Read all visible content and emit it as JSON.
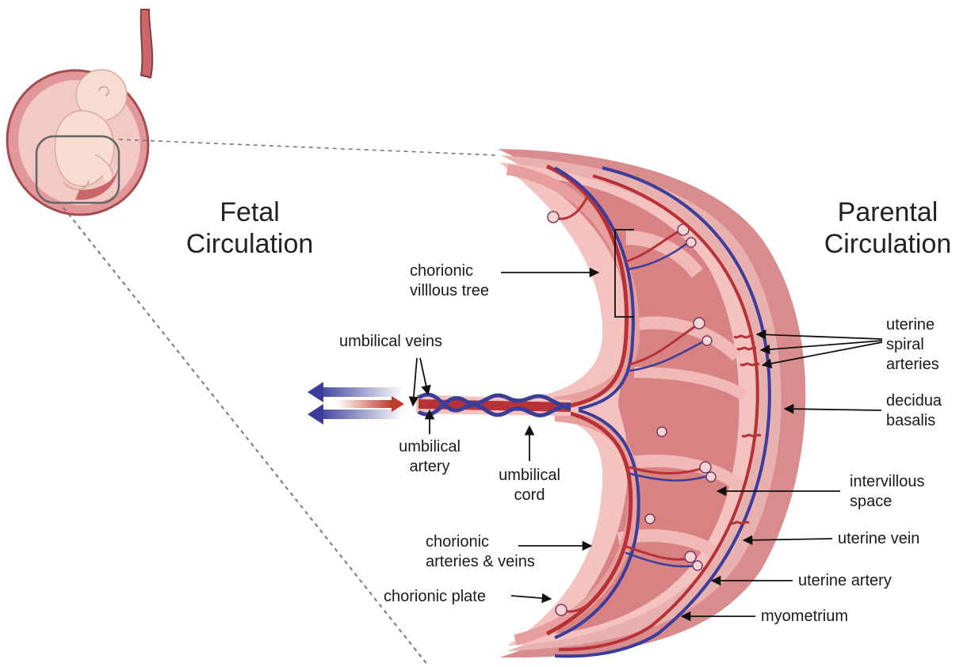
{
  "headings": {
    "fetal": [
      "Fetal",
      "Circulation"
    ],
    "parental": [
      "Parental",
      "Circulation"
    ]
  },
  "labels": {
    "chorionic_villous_tree": [
      "chorionic",
      "villlous tree"
    ],
    "umbilical_veins": "umbilical veins",
    "umbilical_artery": [
      "umbilical",
      "artery"
    ],
    "umbilical_cord": [
      "umbilical",
      "cord"
    ],
    "chorionic_arteries_veins": [
      "chorionic",
      "arteries & veins"
    ],
    "chorionic_plate": "chorionic plate",
    "uterine_spiral_arteries": [
      "uterine",
      "spiral",
      "arteries"
    ],
    "decidua_basalis": [
      "decidua",
      "basalis"
    ],
    "intervillous_space": [
      "intervillous",
      "space"
    ],
    "uterine_vein": "uterine vein",
    "uterine_artery": "uterine artery",
    "myometrium": "myometrium"
  },
  "colors": {
    "artery_red": "#b73236",
    "vein_blue": "#3a3d9a",
    "placenta_pink": "#f2b9b6",
    "tissue_rose": "#c9676a",
    "myometrium": "#d4878a",
    "decidua": "#e7aeae"
  }
}
